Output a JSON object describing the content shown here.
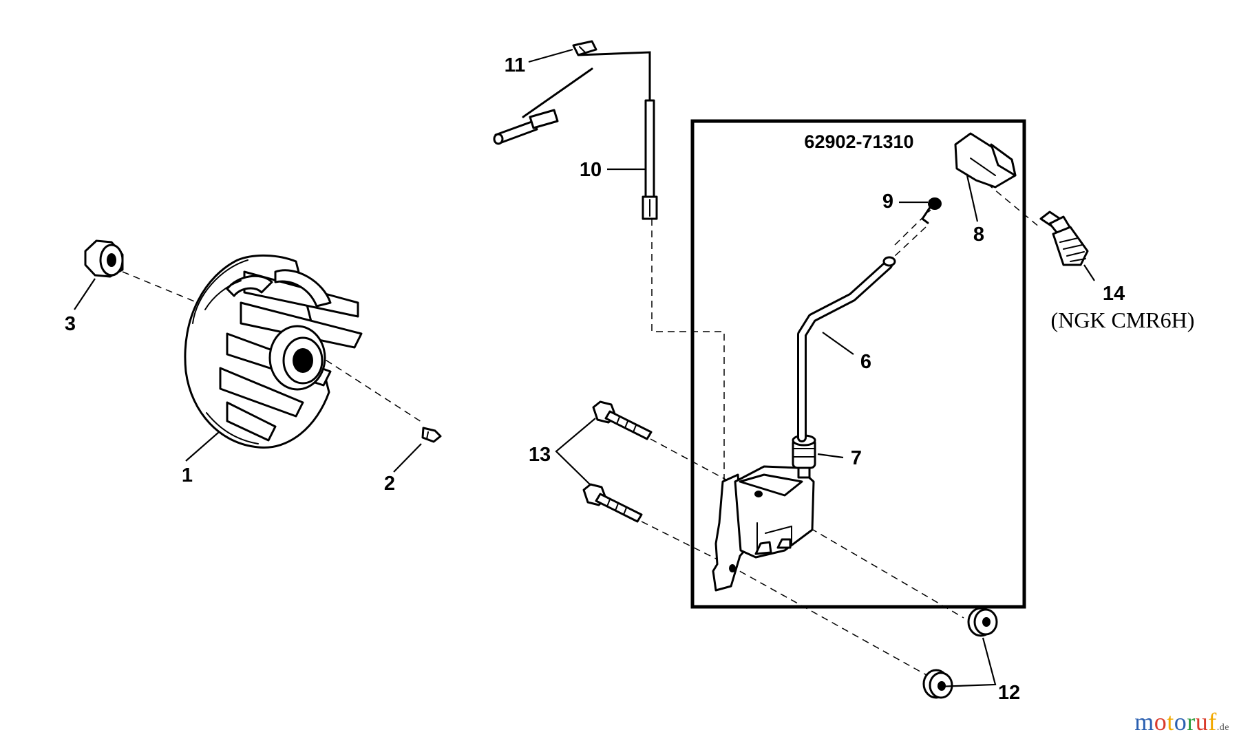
{
  "callouts": {
    "c1": "1",
    "c2": "2",
    "c3": "3",
    "c6": "6",
    "c7": "7",
    "c8": "8",
    "c9": "9",
    "c10": "10",
    "c11": "11",
    "c12": "12",
    "c13": "13",
    "c14": "14"
  },
  "kit_part_number": "62902-71310",
  "spark_plug_spec": "(NGK CMR6H)",
  "watermark": {
    "letters": [
      "m",
      "o",
      "t",
      "o",
      "r",
      "u",
      "f"
    ],
    "colors": [
      "#2a5fb0",
      "#d93a2b",
      "#f2a900",
      "#2a5fb0",
      "#2e9e3f",
      "#d93a2b",
      "#f2a900"
    ],
    "tld": ".de"
  }
}
